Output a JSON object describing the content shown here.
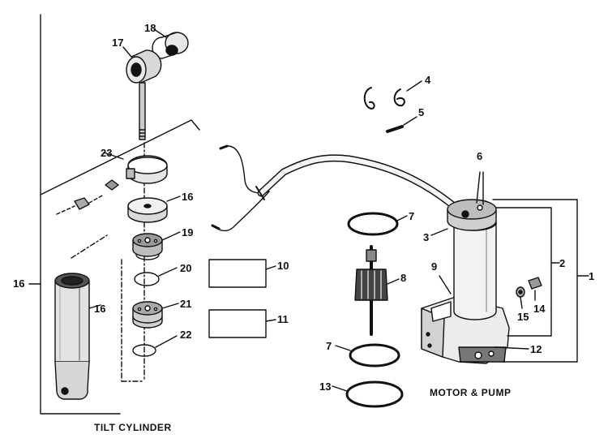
{
  "captions": {
    "tilt_cylinder": "TILT CYLINDER",
    "motor_pump": "MOTOR & PUMP"
  },
  "callouts": {
    "c1": "1",
    "c2": "2",
    "c3": "3",
    "c4": "4",
    "c5": "5",
    "c6": "6",
    "c7a": "7",
    "c7b": "7",
    "c8": "8",
    "c9": "9",
    "c10": "10",
    "c11": "11",
    "c12": "12",
    "c13": "13",
    "c14": "14",
    "c15": "15",
    "c16a": "16",
    "c16b": "16",
    "c16c": "16",
    "c17": "17",
    "c18": "18",
    "c19": "19",
    "c20": "20",
    "c21": "21",
    "c22": "22",
    "c23": "23"
  }
}
